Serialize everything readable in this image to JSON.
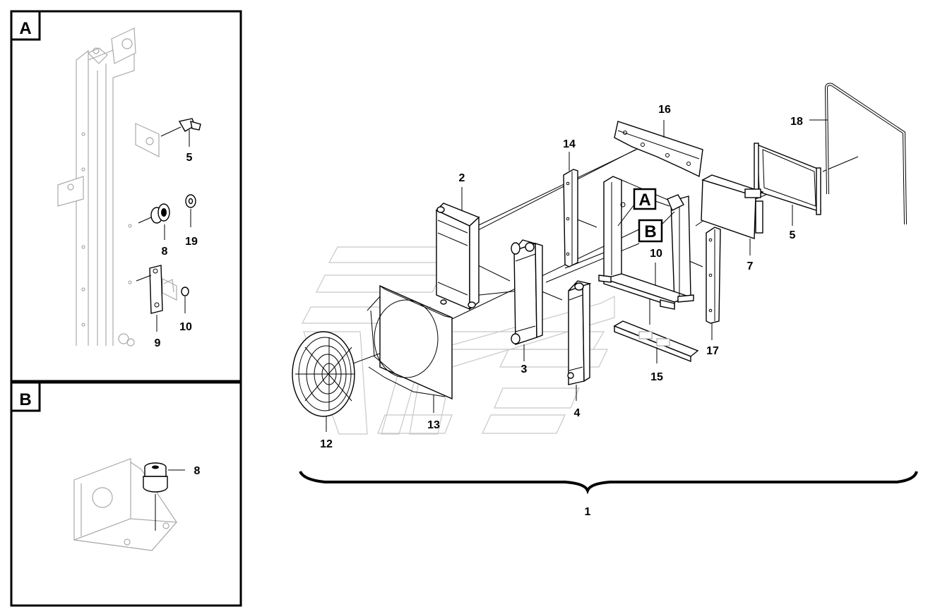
{
  "detail_views": {
    "a": {
      "letter": "A",
      "labels": {
        "p5": "5",
        "p8": "8",
        "p19": "19",
        "p9": "9",
        "p10": "10"
      }
    },
    "b": {
      "letter": "B",
      "labels": {
        "p8": "8"
      }
    }
  },
  "main": {
    "callouts": {
      "a": "A",
      "b": "B"
    },
    "labels": {
      "p1": "1",
      "p2": "2",
      "p3": "3",
      "p4": "4",
      "p5": "5",
      "p7": "7",
      "p10": "10",
      "p12": "12",
      "p13": "13",
      "p14": "14",
      "p15": "15",
      "p16": "16",
      "p17": "17",
      "p18": "18"
    }
  }
}
